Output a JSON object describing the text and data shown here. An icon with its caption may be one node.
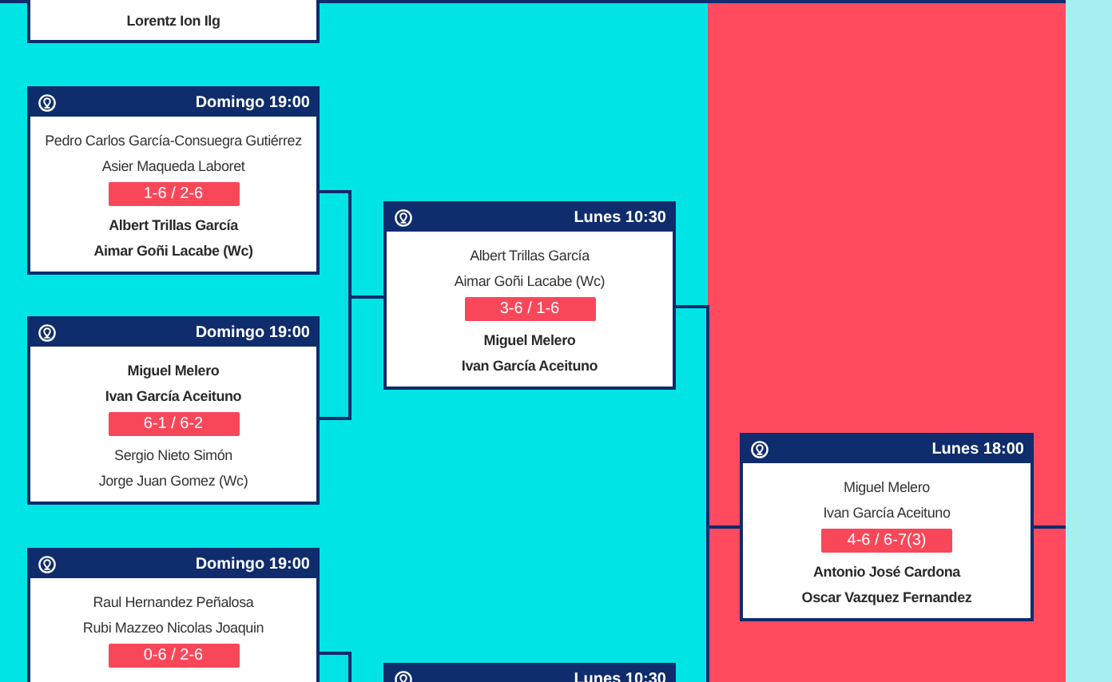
{
  "diagram": {
    "nodes": [
      {
        "text": [
          "Lorentz Ion Ilg"
        ]
      },
      {
        "text": [
          "Domingo 19:00",
          "Pedro Carlos García-Consuegra Gutiérrez",
          "Asier Maqueda Laboret",
          "1-6 / 2-6",
          "Albert Trillas García",
          "Aimar Goñi Lacabe (Wc)"
        ]
      },
      {
        "text": [
          "Domingo 19:00",
          "Miguel Melero",
          "Ivan García Aceituno",
          "6-1 / 6-2",
          "Sergio Nieto Simón",
          "Jorge Juan Gomez (Wc)"
        ]
      },
      {
        "text": [
          "Domingo 19:00",
          "Raul Hernandez Peñalosa",
          "Rubi Mazzeo Nicolas Joaquin",
          "0-6 / 2-6"
        ]
      },
      {
        "text": [
          "Lunes 10:30",
          "Albert Trillas García",
          "Aimar Goñi Lacabe (Wc)",
          "3-6 / 1-6",
          "Miguel Melero",
          "Ivan García Aceituno"
        ]
      },
      {
        "text": [
          "Lunes 10:30"
        ]
      },
      {
        "text": [
          "Lunes 18:00",
          "Miguel Melero",
          "Ivan García Aceituno",
          "4-6 / 6-7(3)",
          "Antonio José Cardona",
          "Oscar Vazquez Fernandez"
        ]
      }
    ],
    "edges": [
      {
        "from": 1,
        "to": 4,
        "arrow": "none"
      },
      {
        "from": 2,
        "to": 4,
        "arrow": "none"
      },
      {
        "from": 3,
        "to": 5,
        "arrow": "none"
      },
      {
        "from": 4,
        "to": 6,
        "arrow": "none"
      },
      {
        "from": 5,
        "to": 6,
        "arrow": "none"
      },
      {
        "from": 6,
        "to": null,
        "arrow": "none"
      }
    ]
  }
}
